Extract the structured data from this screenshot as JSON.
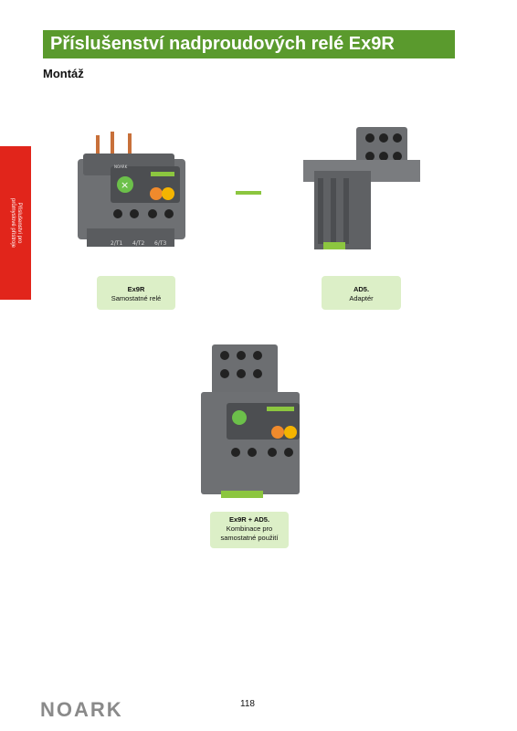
{
  "header": {
    "title": "Příslušenství nadproudových relé Ex9R"
  },
  "section": {
    "title": "Montáž"
  },
  "side_tab": {
    "text": "Příslušenství pro\nprůmyslové přístroje"
  },
  "relay": {
    "terminal_labels": [
      "2/T1",
      "4/T2",
      "6/T3"
    ],
    "brand": "NOARK"
  },
  "captions": {
    "relay": {
      "title": "Ex9R",
      "subtitle": "Samostatné relé"
    },
    "adapter": {
      "title": "AD5.",
      "subtitle": "Adaptér"
    },
    "combo": {
      "title": "Ex9R + AD5.",
      "line1": "Kombinace pro",
      "line2": "samostatné použití"
    }
  },
  "colors": {
    "header_green": "#5a9a2d",
    "side_red": "#e1251b",
    "caption_bg": "#dcefc7",
    "accent_green": "#8cc63f"
  },
  "footer": {
    "page_number": "118",
    "logo": "NOARK"
  }
}
